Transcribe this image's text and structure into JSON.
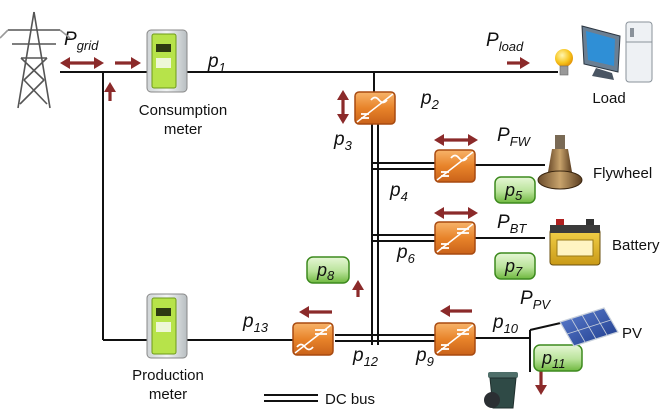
{
  "labels": {
    "p_grid": "P",
    "p_grid_sub": "grid",
    "p_load": "P",
    "p_load_sub": "load",
    "p_fw": "P",
    "p_fw_sub": "FW",
    "p_bt": "P",
    "p_bt_sub": "BT",
    "p_pv": "P",
    "p_pv_sub": "PV",
    "p1": "p",
    "p1_sub": "1",
    "p2": "p",
    "p2_sub": "2",
    "p3": "p",
    "p3_sub": "3",
    "p4": "p",
    "p4_sub": "4",
    "p5": "p",
    "p5_sub": "5",
    "p6": "p",
    "p6_sub": "6",
    "p7": "p",
    "p7_sub": "7",
    "p8": "p",
    "p8_sub": "8",
    "p9": "p",
    "p9_sub": "9",
    "p10": "p",
    "p10_sub": "10",
    "p11": "p",
    "p11_sub": "11",
    "p12": "p",
    "p12_sub": "12",
    "p13": "p",
    "p13_sub": "13"
  },
  "captions": {
    "consumption_meter_line1": "Consumption",
    "consumption_meter_line2": "meter",
    "production_meter_line1": "Production",
    "production_meter_line2": "meter",
    "load": "Load",
    "flywheel": "Flywheel",
    "battery": "Battery",
    "pv": "PV",
    "dc_bus_legend": "DC bus"
  },
  "icons": {
    "grid": "transmission-tower-icon",
    "consumption_meter": "electric-meter-icon",
    "production_meter": "electric-meter-icon",
    "load_bulb": "light-bulb-icon",
    "load_computer": "computer-monitor-icon",
    "load_appliance": "appliance-icon",
    "flywheel": "flywheel-icon",
    "battery": "car-battery-icon",
    "pv": "solar-panel-icon",
    "bin": "waste-bin-icon"
  },
  "colors": {
    "arrow": "#8b2a2a",
    "converter": "#e8832a",
    "measure_box": "#7cc44a",
    "meter_body": "#b7e34a"
  }
}
